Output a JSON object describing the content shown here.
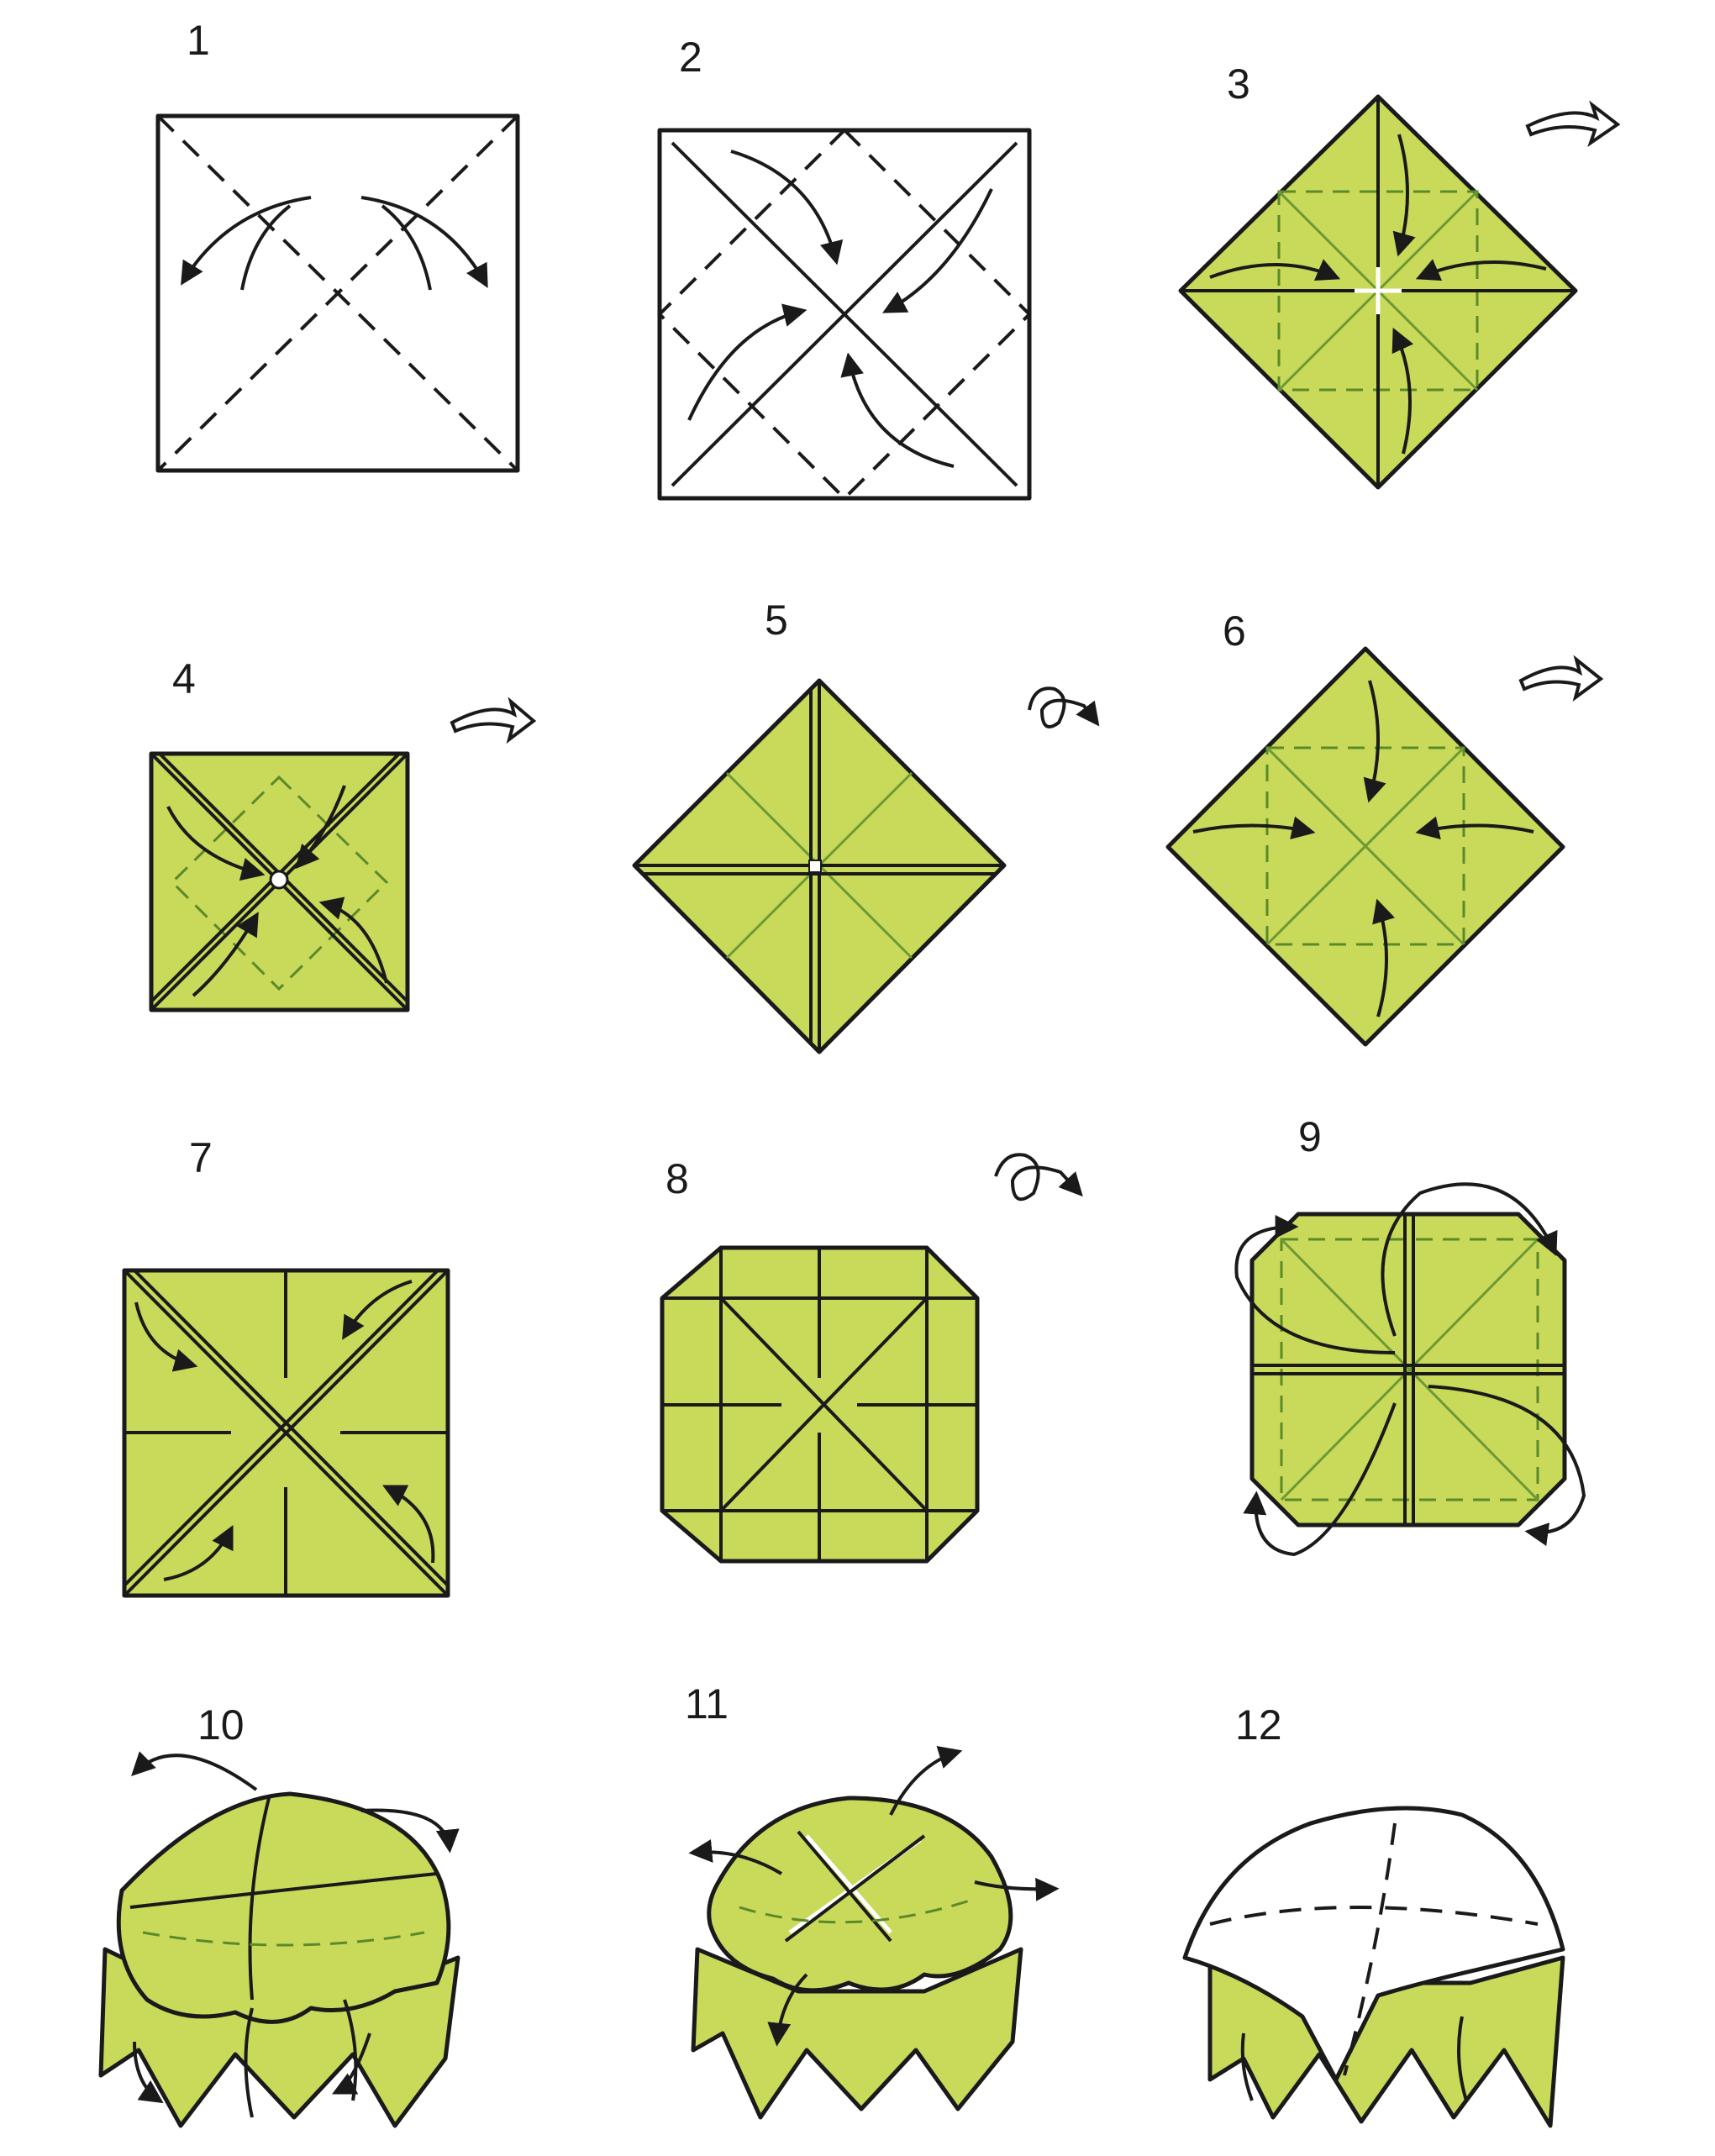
{
  "colors": {
    "paper_front": "#c9d95a",
    "paper_back": "#ffffff",
    "line": "#1a1a1a",
    "crease_green": "#6b9a35",
    "background": "#ffffff"
  },
  "symbols": {
    "turn_over": "turn-over-icon",
    "rotate": "rotate-icon"
  },
  "steps": [
    {
      "number": "1"
    },
    {
      "number": "2"
    },
    {
      "number": "3"
    },
    {
      "number": "4"
    },
    {
      "number": "5"
    },
    {
      "number": "6"
    },
    {
      "number": "7"
    },
    {
      "number": "8"
    },
    {
      "number": "9"
    },
    {
      "number": "10"
    },
    {
      "number": "11"
    },
    {
      "number": "12"
    }
  ]
}
